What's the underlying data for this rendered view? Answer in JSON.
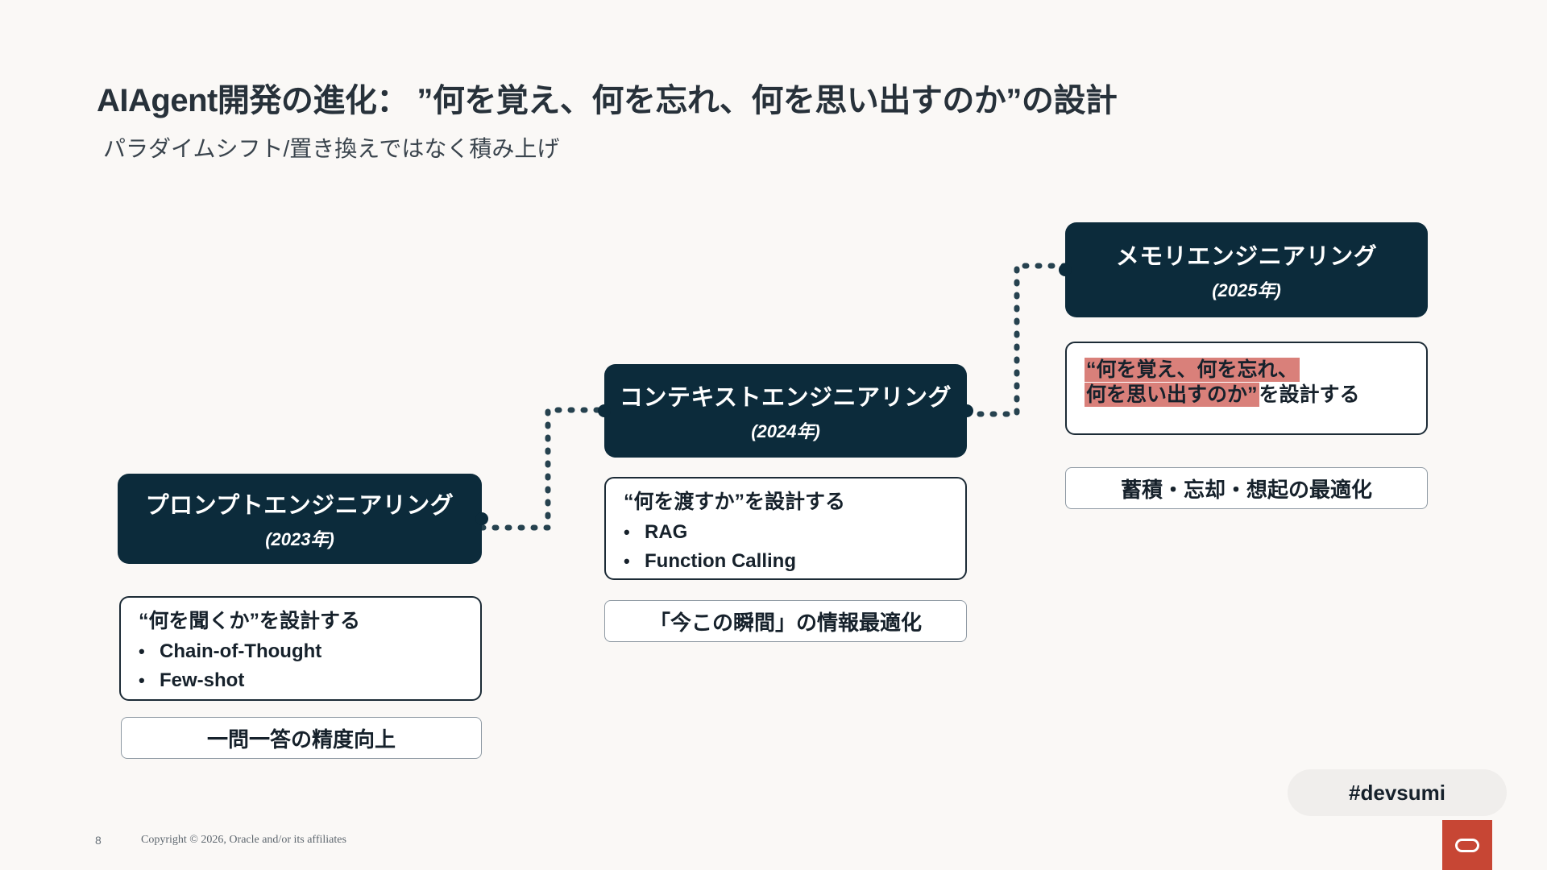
{
  "header": {
    "title": "AIAgent開発の進化： ”何を覚え、何を忘れ、何を思い出すのか”の設計",
    "subtitle": "パラダイムシフト/置き換えではなく積み上げ"
  },
  "colors": {
    "background": "#faf8f6",
    "stage_box": "#0c2b3b",
    "text_dark": "#16212b",
    "highlight": "#d9807a",
    "oracle_red": "#c74634",
    "connector": "#26424f"
  },
  "stages": [
    {
      "id": "prompt-engineering",
      "name": "プロンプトエンジニアリング",
      "year": "(2023年)",
      "detail": {
        "head": "“何を聞くか”を設計する",
        "bullets": [
          "Chain-of-Thought",
          "Few-shot"
        ],
        "bullet_marker": "•"
      },
      "outcome": "一問一答の精度向上"
    },
    {
      "id": "context-engineering",
      "name": "コンテキストエンジニアリング",
      "year": "(2024年)",
      "detail": {
        "head": "“何を渡すか”を設計する",
        "bullets": [
          "RAG",
          "Function Calling"
        ],
        "bullet_marker": "•"
      },
      "outcome": "「今この瞬間」の情報最適化"
    },
    {
      "id": "memory-engineering",
      "name": "メモリエンジニアリング",
      "year": "(2025年)",
      "detail": {
        "head_line1_highlight": "“何を覚え、何を忘れ、",
        "head_line2_highlight": "何を思い出すのか”",
        "head_line2_plain": "を設計する"
      },
      "outcome": "蓄積・忘却・想起の最適化"
    }
  ],
  "footer": {
    "page_number": "8",
    "copyright": "Copyright © 2026, Oracle and/or its affiliates",
    "hashtag": "#devsumi",
    "logo_name": "oracle-logo"
  }
}
